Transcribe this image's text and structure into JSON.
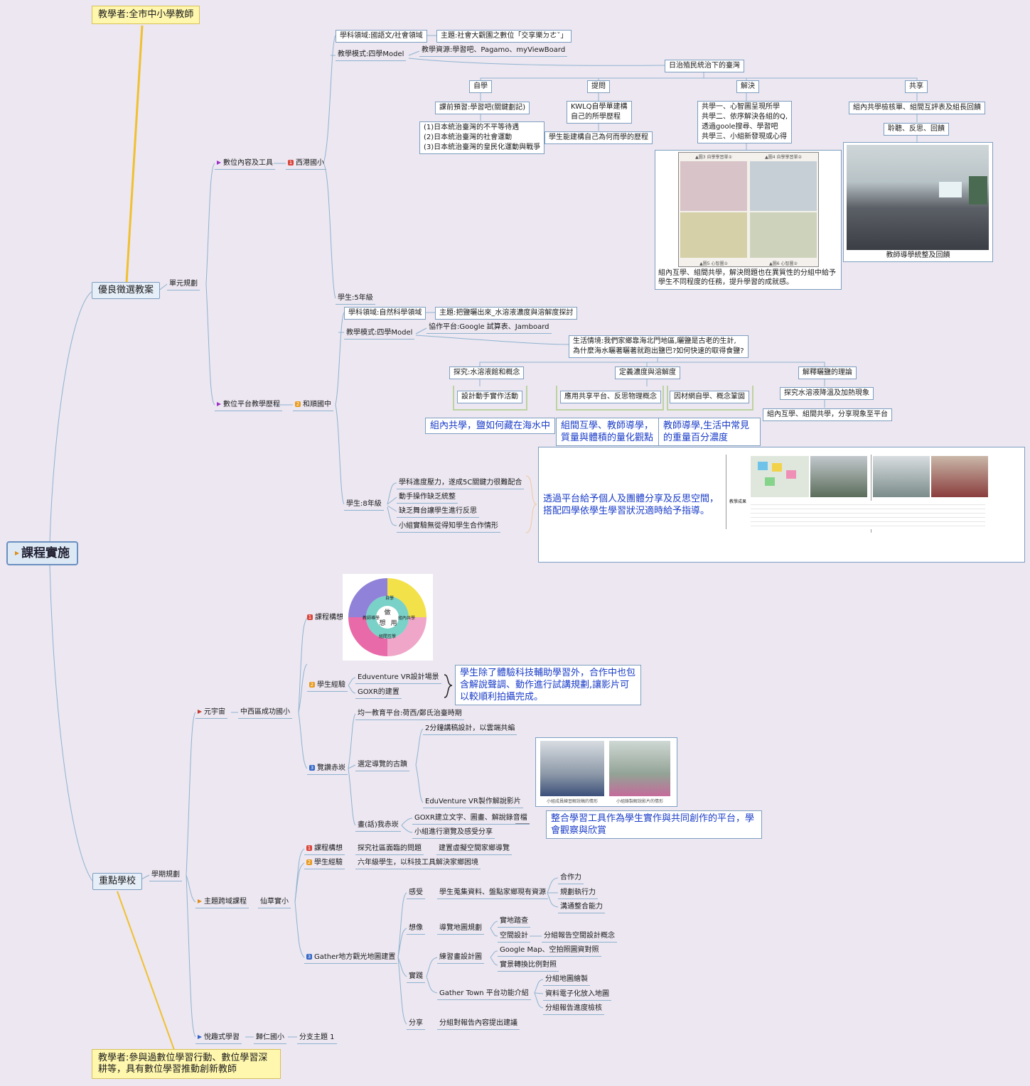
{
  "root": "課程實施",
  "teacher_top": "教學者:全市中小學教師",
  "teacher_bottom": "教學者:參與過數位學習行動、數位學習深耕等，具有數位學習推動創新教師",
  "excellent": {
    "title": "優良徵選教案",
    "unit_plan": "單元規劃",
    "digital_tools": "數位內容及工具",
    "school1": "西港國小",
    "s1": {
      "subject": "學科領域:國語文/社會領域",
      "topic": "主題:社會大觀園之數位「交享樂ㄉㄜˇ」",
      "mode": "教學模式:四學Model",
      "resources": "教學資源:學習吧、Pagamo、myViewBoard",
      "theme": "日治殖民統治下的臺灣",
      "self": "自學",
      "ask": "提問",
      "solve": "解決",
      "share": "共享",
      "preview": "課前預習:學習吧(關鍵劃記)",
      "items": [
        "(1)日本統治臺灣的不平等待遇",
        "(2)日本統治臺灣的社會運動",
        "(3)日本統治臺灣的皇民化運動與戰爭"
      ],
      "kwlq": [
        "KWLQ自學單建構",
        "自己的所學歷程"
      ],
      "kwlq_result": "學生能建構自己為何而學的歷程",
      "share_steps": [
        "共學一、心智圖呈現所學",
        "共學二、依序解決各組的Q,",
        "透過goole搜尋、學習吧",
        "共學三、小組新發現或心得"
      ],
      "share_caption": "組內互學、組間共學，解決問題也在異質性的分組中給予學生不同程度的任務，提升學習的成就感。",
      "peer_check": "組內共學檢核單、組間互評表及組長回饋",
      "listen": "聆聽、反思、回饋",
      "photo_caption": "教師導學統整及回饋",
      "grade": "學生:5年級",
      "poster_labels": [
        "▲圖3 自學學習單①",
        "▲圖4 自學學習單②",
        "▲圖5 心智圖①",
        "▲圖6 心智圖②"
      ]
    },
    "platform": "數位平台教學歷程",
    "school2": "和順國中",
    "s2": {
      "subject": "學科領域:自然科學領域",
      "topic": "主題:把鹽曬出來_水溶液濃度與溶解度探討",
      "mode": "教學模式:四學Model",
      "platforms": "協作平台:Google 試算表、Jamboard",
      "context": [
        "生活情境:我們家鄉靠海北門地區,曬鹽是古老的生計,",
        "為什麼海水曬著曬著就跑出鹽巴?如何快速的取得食鹽?"
      ],
      "explore": "探究:水溶液館和概念",
      "define": "定義濃度與溶解度",
      "explain": "解釋曬鹽的理論",
      "design": "設計動手實作活動",
      "apply": "應用共享平台、反思物理概念",
      "factor": "因材網自學、概念鞏固",
      "cooling": "探究水溶液降溫及加熱現象",
      "share_platform": "組內互學、組間共學，分享現象至平台",
      "blue1": "組內共學，鹽如何藏在海水中",
      "blue2": "組間互學、教師導學，質量與體積的量化觀點",
      "blue3": "教師導學,生活中常見的重量百分濃度",
      "grade": "學生:8年級",
      "issues": [
        "學科進度壓力，遂成5C關鍵力很難配合",
        "動手操作缺乏統整",
        "缺乏舞台讓學生進行反思",
        "小組實驗無從得知學生合作情形"
      ],
      "reflection": "透過平台給予個人及團體分享及反思空間，搭配四學依學生學習狀況適時給予指導。",
      "table_label": "教學成果"
    }
  },
  "focus": {
    "title": "重點學校",
    "semester": "學期規劃",
    "metaverse": "元宇宙",
    "school_a": "中西區成功國小",
    "course_idea": "課程構想",
    "cycle": {
      "center": [
        "做",
        "想",
        "用"
      ],
      "segments": [
        "自學",
        "組內共學",
        "組間互學",
        "教師導學"
      ]
    },
    "experience": "學生經驗",
    "exp_items": [
      "Eduventure VR設計場景",
      "GOXR的建置"
    ],
    "exp_note": "學生除了體驗科技輔助學習外，合作中也包含解說聲調、動作進行試講規劃,讓影片可以較順利拍攝完成。",
    "tour": "覽讚赤崁",
    "platform": "均一教育平台:荷西/鄭氏治臺時期",
    "guide": "選定導覽的古蹟",
    "script": "2分鐘講稿設計，以雲端共編",
    "vr_video": "EduVenture VR製作解說影片",
    "photo_captions": [
      "小組成員練習解說稿的情形",
      "小組錄製解說影片的情形"
    ],
    "talk": "畫(話)我赤崁",
    "goxr": "GOXR建立文字、圖畫、解說錄音檔",
    "browse": "小組進行瀏覽及感受分享",
    "talk_note": "整合學習工具作為學生實作與共同創作的平台，學會觀察與欣賞",
    "theme_course": "主題跨域課程",
    "school_b": "仙草實小",
    "b_idea": "課程構想",
    "b_idea_val": "探究社區面臨的問題",
    "b_idea_val2": "建置虛擬空間家鄉導覽",
    "b_exp": "學生經驗",
    "b_exp_val": "六年級學生，以科技工具解決家鄉困境",
    "gather": "Gather地方觀光地圖建置",
    "feel": "感受",
    "feel_val": "學生蒐集資料、盤點家鄉現有資源",
    "feel_sub": [
      "合作力",
      "規劃執行力",
      "溝通整合能力"
    ],
    "imagine": "想像",
    "imagine_val": "導覽地圖規劃",
    "survey": "實地踏查",
    "space": "空間設計",
    "space_sub": "分組報告空間設計概念",
    "practice": "實踐",
    "sketch": "練習畫設計圖",
    "sketch_sub": [
      "Google Map、空拍照圖資對照",
      "實景轉換比例對照"
    ],
    "gt": "Gather Town 平台功能介紹",
    "gt_sub": [
      "分組地圖繪製",
      "資料電子化放入地圖",
      "分組報告進度檢核"
    ],
    "sharing": "分享",
    "sharing_val": "分組對報告內容提出建議",
    "fun": "悅趣式學習",
    "school_c": "歸仁國小",
    "branch1": "分支主題 1"
  },
  "colors": {
    "line": "#8fb3cf",
    "note": "#fff7ad",
    "blue_text": "#1a3cc8"
  }
}
